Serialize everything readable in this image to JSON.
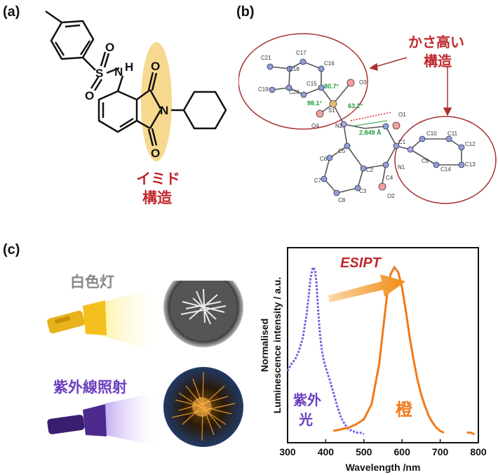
{
  "panels": {
    "a": "(a)",
    "b": "(b)",
    "c": "(c)"
  },
  "panel_a": {
    "atoms": {
      "S": "S",
      "N_amide": "N",
      "H": "H",
      "O1": "O",
      "O2": "O",
      "O3": "O",
      "O4": "O",
      "N_imide": "N"
    },
    "imide_line1": "イミド",
    "imide_line2": "構造",
    "highlight_color": "#f4d27a"
  },
  "panel_b": {
    "bulky_line1": "かさ高い",
    "bulky_line2": "構造",
    "angle1": "80.7°",
    "angle2": "98.1°",
    "angle3": "63.2°",
    "distance": "2.849 Å",
    "atom_labels": [
      "C21",
      "C17",
      "C16",
      "C18",
      "C15",
      "O3",
      "C19",
      "C20",
      "S1",
      "O4",
      "N2",
      "O1",
      "C10",
      "C11",
      "C12",
      "C5",
      "C1",
      "C9",
      "C14",
      "C13",
      "C6",
      "C2",
      "N1",
      "C7",
      "C3",
      "C4",
      "C8",
      "O2"
    ],
    "ellipse_color": "#a83232",
    "label_angle_color": "#1a9a3a"
  },
  "panel_c": {
    "white_lamp_label": "白色灯",
    "uv_lamp_label": "紫外線照射",
    "uv_light_label_1": "紫外",
    "uv_light_label_2": "光",
    "orange_label": "橙",
    "esipt_label": "ESIPT",
    "colors": {
      "uv": "#7b5fe0",
      "orange": "#f07a1a",
      "uv_text": "#6b3fbf",
      "white_text": "#888888"
    }
  },
  "chart_data": {
    "type": "line",
    "title": "",
    "xlabel": "Wavelength /nm",
    "ylabel_line1": "Normalised",
    "ylabel_line2": "Luminescence intensity / a.u.",
    "xlim": [
      300,
      800
    ],
    "xticks": [
      "300",
      "400",
      "500",
      "600",
      "700",
      "800"
    ],
    "series": [
      {
        "style": "dashed",
        "color": "#7b5fe0",
        "x": [
          300,
          310,
          320,
          330,
          340,
          350,
          355,
          360,
          365,
          368,
          372,
          376,
          380,
          385,
          390,
          395,
          400,
          410,
          420,
          430,
          440,
          450,
          460,
          470,
          480,
          490,
          500
        ],
        "y": [
          0.38,
          0.42,
          0.45,
          0.5,
          0.58,
          0.72,
          0.82,
          0.93,
          0.99,
          1.0,
          0.98,
          0.9,
          0.75,
          0.6,
          0.5,
          0.44,
          0.4,
          0.33,
          0.25,
          0.17,
          0.1,
          0.06,
          0.03,
          0.02,
          0.01,
          0.01,
          0.0
        ]
      },
      {
        "style": "solid",
        "color": "#f07a1a",
        "x": [
          420,
          440,
          460,
          480,
          500,
          520,
          540,
          550,
          560,
          570,
          580,
          590,
          600,
          610,
          620,
          630,
          640,
          650,
          660,
          670,
          680,
          690,
          700,
          710
        ],
        "y": [
          0.02,
          0.03,
          0.04,
          0.06,
          0.09,
          0.18,
          0.42,
          0.62,
          0.82,
          0.96,
          1.0,
          0.97,
          0.88,
          0.74,
          0.58,
          0.45,
          0.33,
          0.24,
          0.17,
          0.11,
          0.07,
          0.04,
          0.02,
          0.01
        ]
      },
      {
        "style": "solid",
        "color": "#f07a1a",
        "x": [
          770,
          780,
          790
        ],
        "y": [
          0.01,
          0.01,
          0.0
        ]
      }
    ]
  }
}
